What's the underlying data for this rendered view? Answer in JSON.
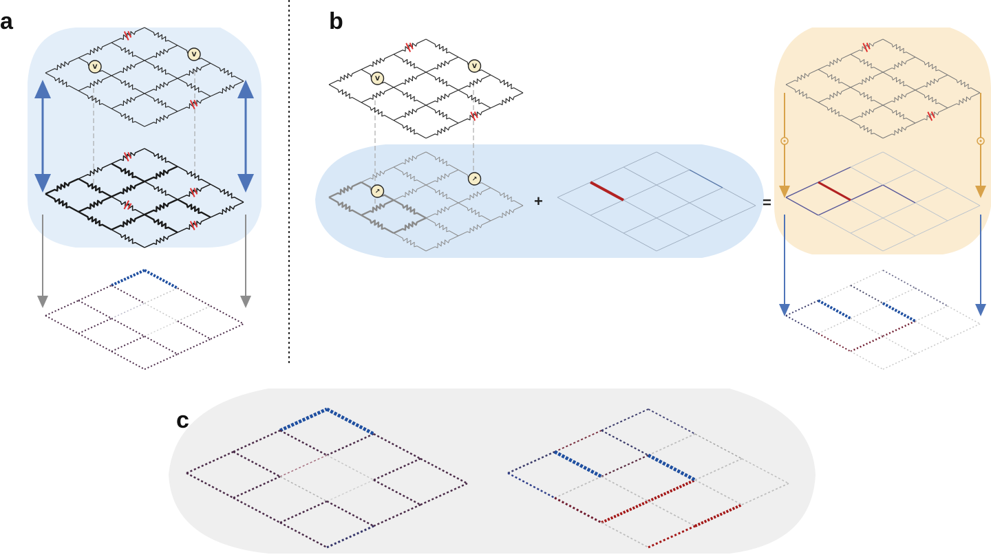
{
  "panels": {
    "a": {
      "label": "a"
    },
    "b": {
      "label": "b",
      "plus": "+",
      "equals": "="
    },
    "c": {
      "label": "c"
    }
  },
  "voltmeter_symbol": "V",
  "ammeter_symbol": "↗",
  "colors": {
    "blue_bg": "#dbe9f7",
    "orange_bg": "#fbecd0",
    "gray_bg": "#efefef",
    "blue_arrow": "#4e74b8",
    "gray_arrow": "#8c8c8c",
    "orange_arrow": "#d8a24a",
    "red": "#a31616",
    "dark_blue": "#1f4fa0",
    "source_red": "#e03030",
    "meter_fill": "#f6edc8"
  }
}
